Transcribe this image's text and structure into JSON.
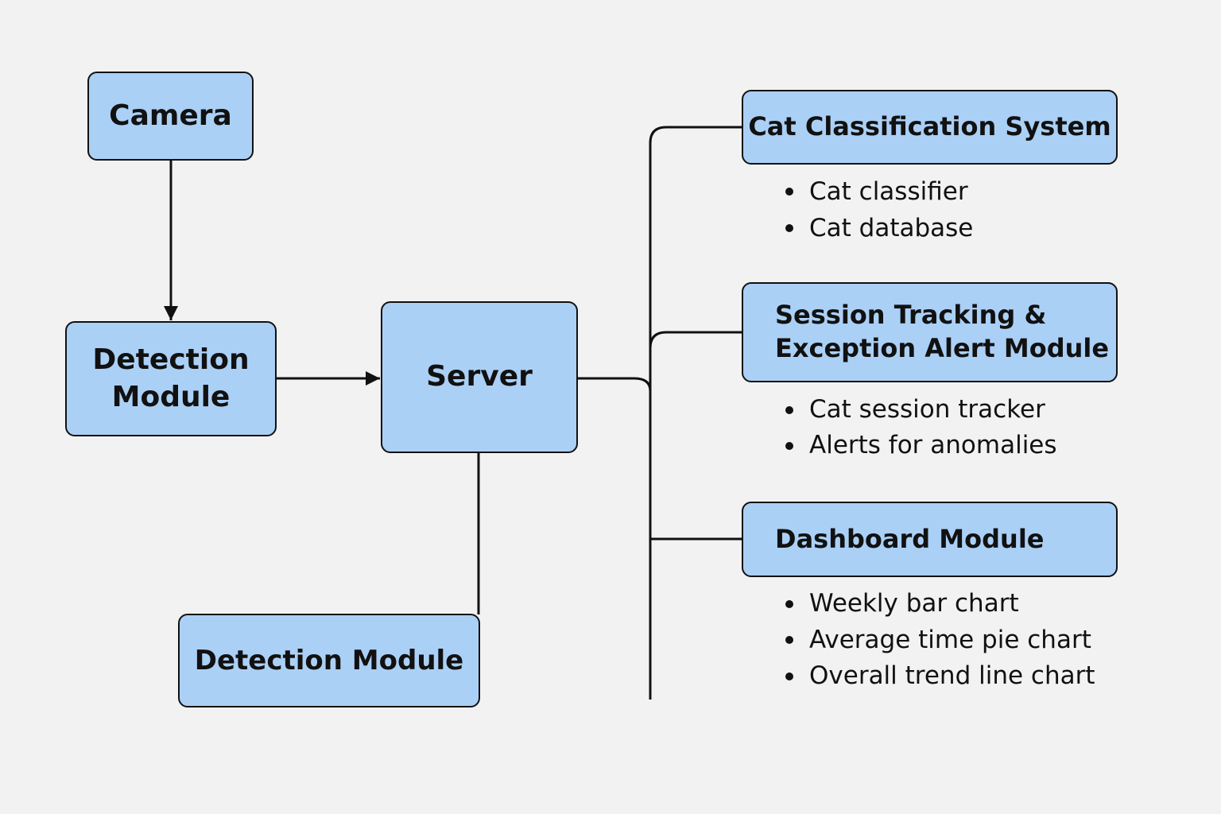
{
  "theme": {
    "background": "#f2f2f2",
    "box_fill": "#abd0f6",
    "stroke": "#111111"
  },
  "nodes": {
    "camera": "Camera",
    "detection_module_top": "Detection\nModule",
    "server": "Server",
    "detection_module_bottom": "Detection Module",
    "cat_classification": "Cat Classification System",
    "session_tracking": "Session Tracking &\nException Alert Module",
    "dashboard": "Dashboard Module"
  },
  "details": {
    "cat_classification": [
      "Cat classifier",
      "Cat database"
    ],
    "session_tracking": [
      "Cat session tracker",
      "Alerts for anomalies"
    ],
    "dashboard": [
      "Weekly bar chart",
      "Average time pie chart",
      "Overall trend line chart"
    ]
  }
}
